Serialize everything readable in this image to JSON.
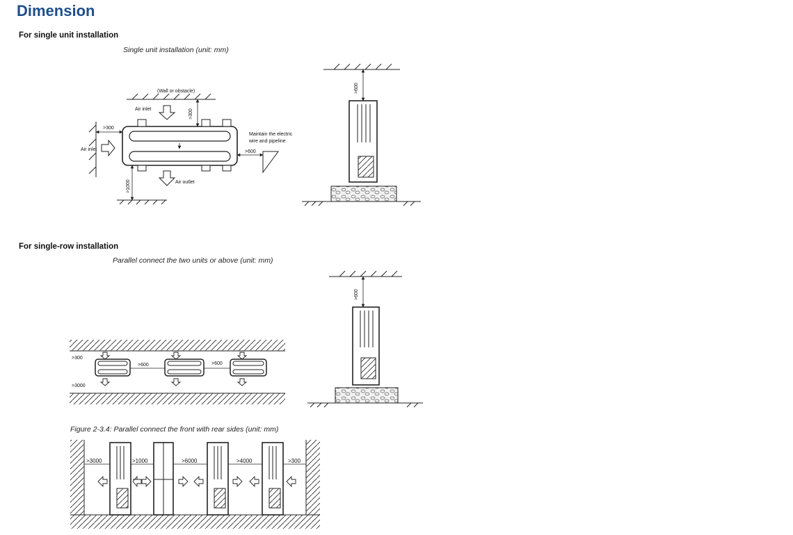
{
  "page": {
    "title": "Dimension"
  },
  "single_unit": {
    "heading": "For single unit installation",
    "caption": "Single unit installation (unit: mm)",
    "labels": {
      "wall": "(Wall or obstacle)",
      "air_inlet_top": "Air inlet",
      "air_inlet_left": "Air inlet",
      "air_outlet": "Air outlet",
      "maintain_1": "Maintain the electric",
      "maintain_2": "wire and pipeline",
      "top_gap": ">300",
      "left_gap": ">300",
      "right_gap": ">600",
      "bottom_gap": ">1000",
      "side_top_gap": ">600"
    }
  },
  "single_row": {
    "heading": "For single-row installation",
    "caption": "Parallel connect the two units or above (unit: mm)",
    "labels": {
      "back_gap": ">300",
      "front_gap": ">3000",
      "between_1": ">600",
      "between_2": ">600",
      "side_top_gap": ">600"
    }
  },
  "front_rear": {
    "caption": "Figure 2-3.4: Parallel connect the front with rear sides (unit: mm)",
    "gaps": [
      ">3000",
      ">1000",
      ">6000",
      ">4000",
      ">300"
    ]
  }
}
